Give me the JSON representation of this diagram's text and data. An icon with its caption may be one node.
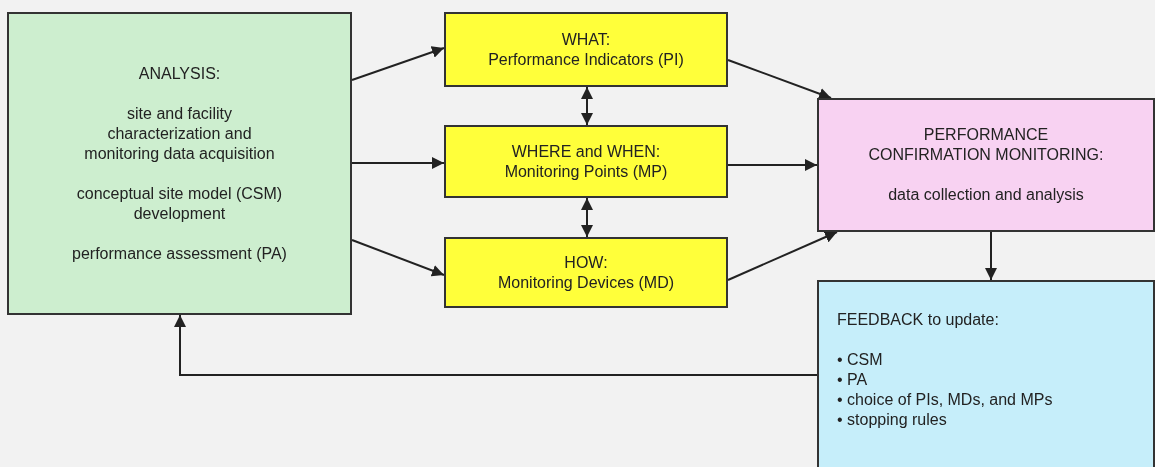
{
  "diagram": {
    "nodes": [
      {
        "text": [
          "ANALYSIS:",
          "site and facility characterization and monitoring data acquisition",
          "conceptual site model (CSM) development",
          "performance assessment (PA)"
        ]
      },
      {
        "text": [
          "WHAT:",
          "Performance Indicators (PI)"
        ]
      },
      {
        "text": [
          "WHERE and WHEN:",
          "Monitoring Points (MP)"
        ]
      },
      {
        "text": [
          "HOW:",
          "Monitoring Devices (MD)"
        ]
      },
      {
        "text": [
          "PERFORMANCE CONFIRMATION MONITORING:",
          "data collection and analysis"
        ]
      },
      {
        "text": [
          "FEEDBACK to update:",
          "• CSM",
          "• PA",
          "• choice of PIs, MDs, and MPs",
          "• stopping rules"
        ]
      }
    ],
    "edges": [
      {
        "from": 0,
        "to": 1,
        "arrow": "to"
      },
      {
        "from": 0,
        "to": 2,
        "arrow": "to"
      },
      {
        "from": 0,
        "to": 3,
        "arrow": "to"
      },
      {
        "from": 1,
        "to": 2,
        "arrow": "both"
      },
      {
        "from": 2,
        "to": 3,
        "arrow": "both"
      },
      {
        "from": 1,
        "to": 4,
        "arrow": "to"
      },
      {
        "from": 2,
        "to": 4,
        "arrow": "to"
      },
      {
        "from": 3,
        "to": 4,
        "arrow": "to"
      },
      {
        "from": 4,
        "to": 5,
        "arrow": "to"
      },
      {
        "from": 5,
        "to": 0,
        "arrow": "to"
      }
    ]
  }
}
